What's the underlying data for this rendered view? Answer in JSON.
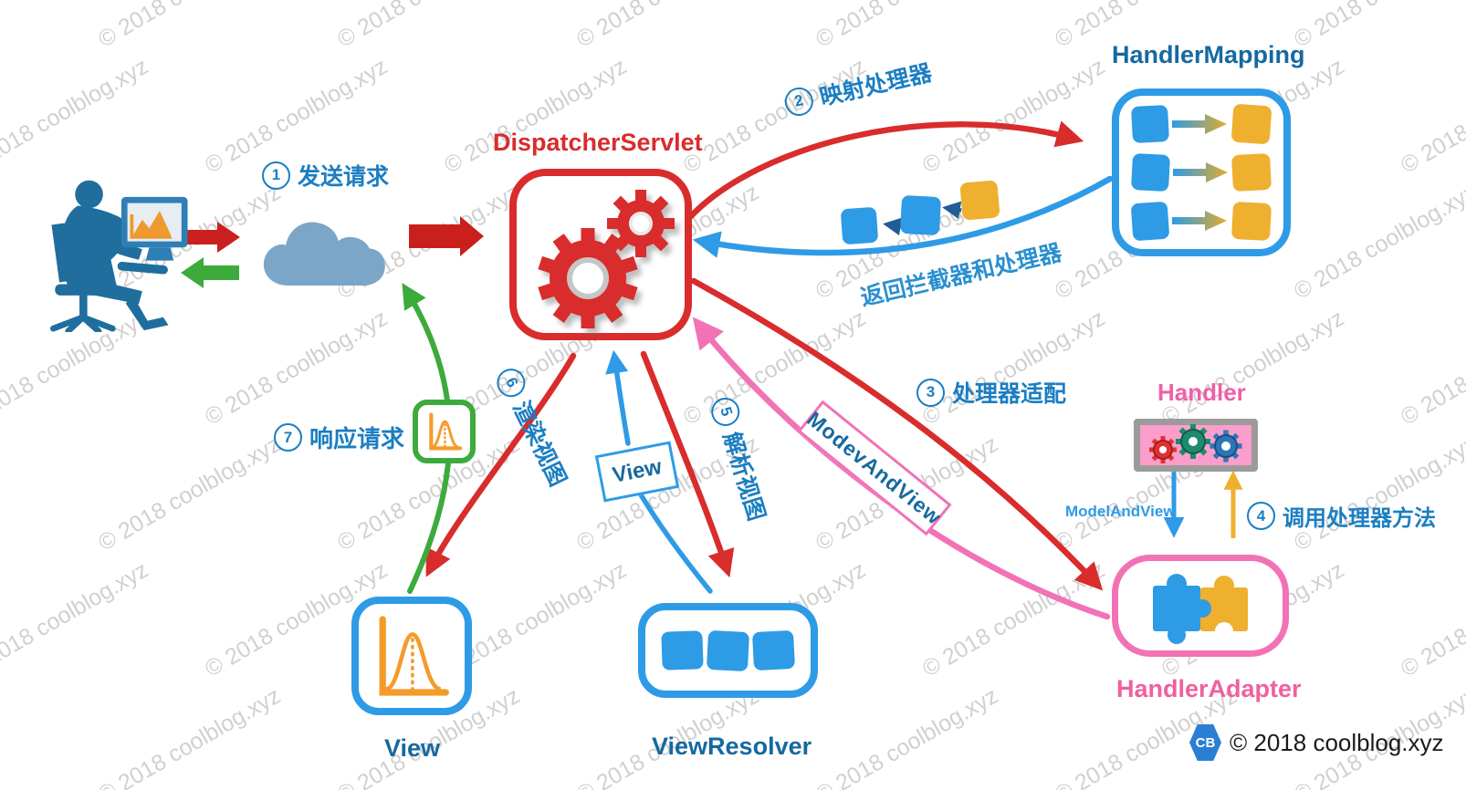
{
  "watermark": {
    "text": "© 2018 coolblog.xyz"
  },
  "nodes": {
    "dispatcher_servlet": {
      "title": "DispatcherServlet"
    },
    "handler_mapping": {
      "title": "HandlerMapping"
    },
    "handler": {
      "title": "Handler"
    },
    "handler_adapter": {
      "title": "HandlerAdapter"
    },
    "view": {
      "title": "View"
    },
    "view_resolver": {
      "title": "ViewResolver"
    }
  },
  "steps": {
    "step1": {
      "num": "1",
      "text": "发送请求"
    },
    "step2": {
      "num": "2",
      "text": "映射处理器"
    },
    "step3": {
      "num": "3",
      "text": "处理器适配"
    },
    "step4": {
      "num": "4",
      "text": "调用处理器方法"
    },
    "step5": {
      "num": "5",
      "text": "解析视图"
    },
    "step6": {
      "num": "6",
      "text": "渲染视图"
    },
    "step7": {
      "num": "7",
      "text": "响应请求"
    }
  },
  "labels": {
    "return_interceptor_handler": "返回拦截器和处理器",
    "model_and_view": "ModelAndView",
    "modev_and_view_tag": "ModevAndView",
    "view_tag": "View"
  },
  "footer": {
    "logo_text": "CB",
    "copyright": "© 2018 coolblog.xyz"
  },
  "colors": {
    "red": "#d92c2c",
    "blue": "#2e9be6",
    "blue_dark": "#16699f",
    "label_blue": "#1b7ec2",
    "pink": "#f272b6",
    "pink_title": "#ef5fa7",
    "yellow": "#eeb02e",
    "green": "#3cab3c",
    "navy": "#1f5d94",
    "cloud": "#7ca6c8",
    "person": "#1f6e9e",
    "watermark_gray": "#a6a6a6"
  }
}
